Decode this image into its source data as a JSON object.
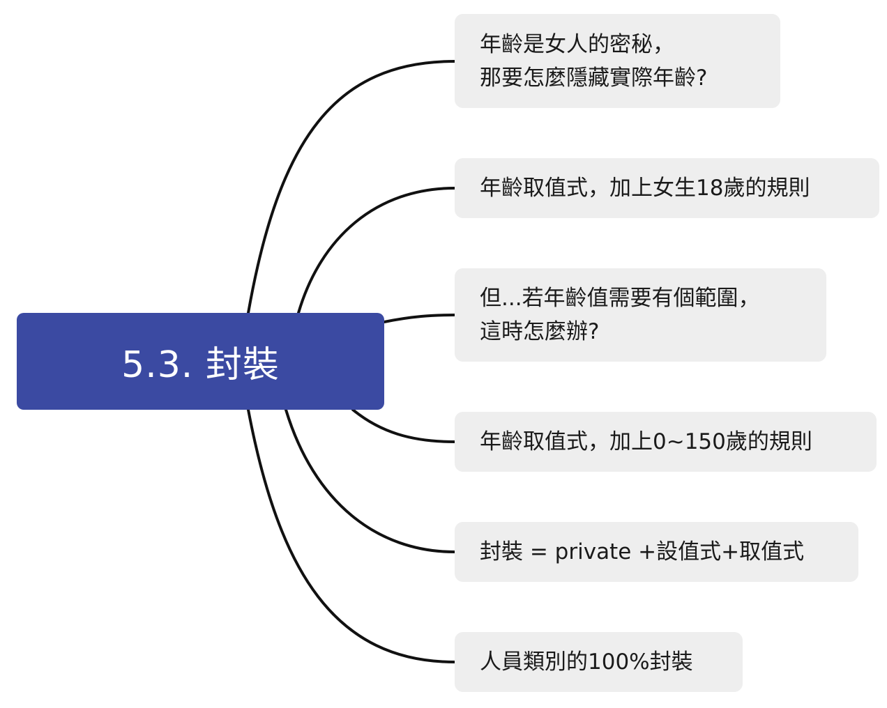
{
  "mindmap": {
    "root": {
      "label": "5.3. 封裝"
    },
    "topics": [
      {
        "label": "年齡是女人的密秘，\n那要怎麼隱藏實際年齡?"
      },
      {
        "label": "年齡取值式，加上女生18歲的規則"
      },
      {
        "label": "但...若年齡值需要有個範圍，\n這時怎麼辦?"
      },
      {
        "label": "年齡取值式，加上0~150歲的規則"
      },
      {
        "label": "封裝 = private +設值式+取值式"
      },
      {
        "label": "人員類別的100%封裝"
      }
    ]
  },
  "colors": {
    "root_fill": "#3b4aa2",
    "root_text": "#ffffff",
    "topic_fill": "#eeeeee",
    "topic_text": "#1a1a1a",
    "connector": "#111111"
  }
}
